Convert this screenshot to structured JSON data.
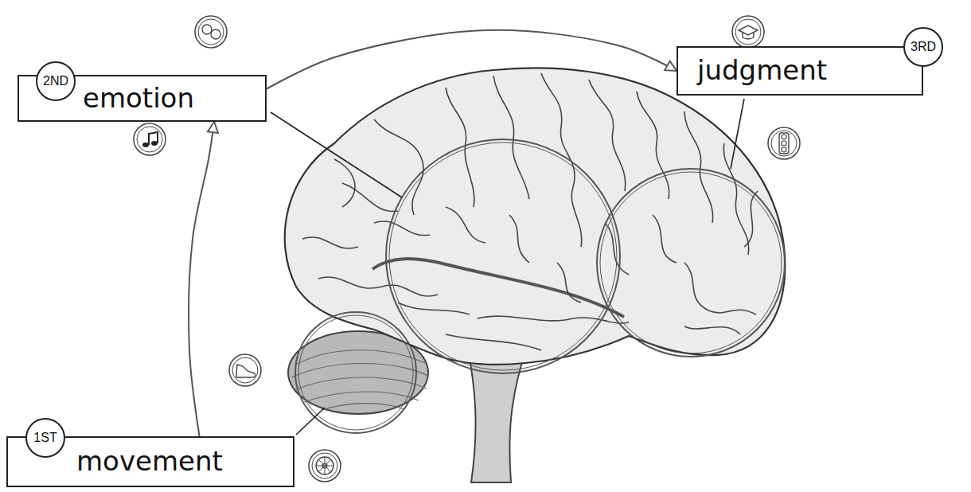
{
  "diagram": {
    "nodes": [
      {
        "text": [
          "2ND",
          "emotion"
        ]
      },
      {
        "text": [
          "3RD",
          "judgment"
        ]
      },
      {
        "text": [
          "1ST",
          "movement"
        ]
      }
    ],
    "edges": [
      {
        "from": 2,
        "to": 0,
        "arrow": "to"
      },
      {
        "from": 0,
        "to": 1,
        "arrow": "to"
      }
    ]
  }
}
